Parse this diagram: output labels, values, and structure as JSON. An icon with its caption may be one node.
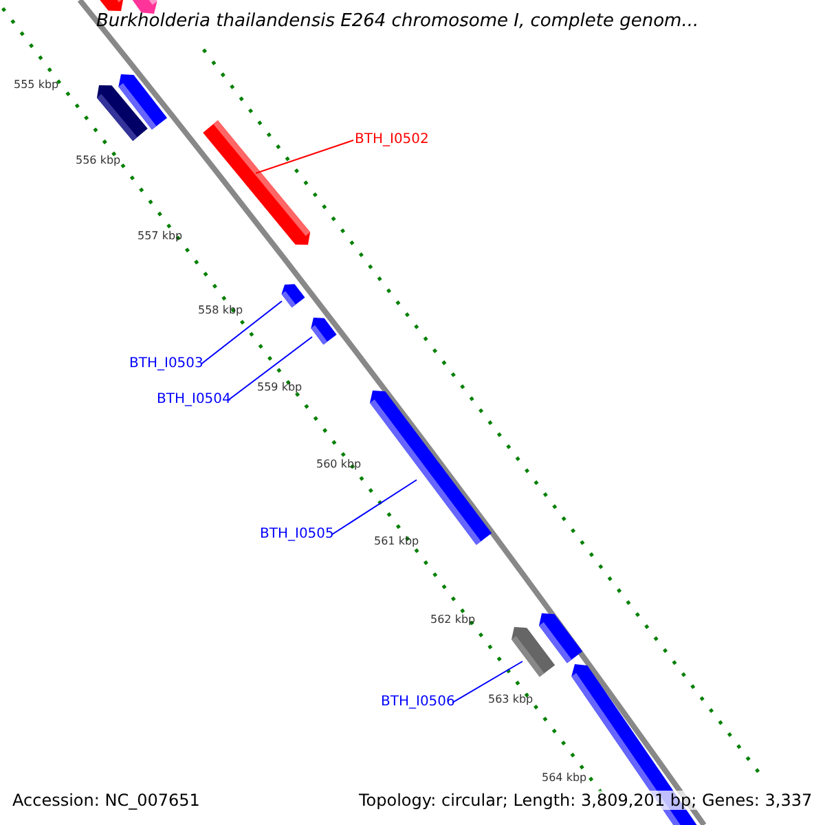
{
  "diagram": {
    "title": "Burkholderia thailandensis E264 chromosome I, complete genom...",
    "nodes": [
      {
        "text": [
          "BTH_I0502"
        ]
      },
      {
        "text": [],
        "shape": "bar"
      },
      {
        "text": [
          "BTH_I0503"
        ]
      },
      {
        "text": [],
        "shape": "bar"
      },
      {
        "text": [
          "BTH_I0504"
        ]
      },
      {
        "text": [],
        "shape": "bar"
      },
      {
        "text": [
          "BTH_I0505"
        ]
      },
      {
        "text": [],
        "shape": "bar"
      },
      {
        "text": [
          "BTH_I0506"
        ]
      },
      {
        "text": [],
        "shape": "bar"
      }
    ],
    "edges": [
      {
        "from": 0,
        "to": 1,
        "arrow": "none",
        "color": "#ff0000"
      },
      {
        "from": 2,
        "to": 3,
        "arrow": "none"
      },
      {
        "from": 4,
        "to": 5,
        "arrow": "none"
      },
      {
        "from": 6,
        "to": 7,
        "arrow": "none"
      },
      {
        "from": 8,
        "to": 9,
        "arrow": "none"
      }
    ],
    "labels": [
      "555 kbp",
      "556 kbp",
      "557 kbp",
      "558 kbp",
      "559 kbp",
      "560 kbp",
      "561 kbp",
      "562 kbp",
      "563 kbp",
      "564 kbp",
      "Accession: NC_007651",
      "Topology: circular; Length: 3,809,201 bp; Genes: 3,337"
    ]
  }
}
